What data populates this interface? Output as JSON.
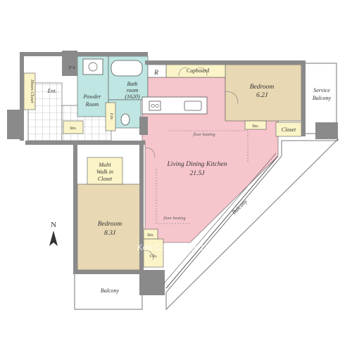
{
  "rooms": {
    "bedroom_right": {
      "name": "Bedroom",
      "size": "6.2J"
    },
    "bedroom_left": {
      "name": "Bedroom",
      "size": "8.3J"
    },
    "ldk": {
      "name": "Living Dining Kitchen",
      "size": "21.5J"
    },
    "bath": {
      "line1": "Bath",
      "line2": "room",
      "line3": "(1620)"
    },
    "powder": {
      "line1": "Powder",
      "line2": "Room"
    },
    "walk_in": {
      "line1": "Multi",
      "line2": "Walk in",
      "line3": "Closet"
    }
  },
  "labels": {
    "cupboard": "Cupboard",
    "r": "R",
    "ps": "P S",
    "entrance": "Ent.",
    "shoes_closet": "Shoes Closet",
    "sto_left": "Sto.",
    "sto_right": "Sto.",
    "sto_lower": "Sto.",
    "lin": "Lin.",
    "closet": "Closet",
    "clo": "Clo.",
    "service_balcony_line1": "Service",
    "service_balcony_line2": "Balcony",
    "balcony_diagonal": "Balcony",
    "balcony_bottom": "Balcony",
    "floor_heating_upper": "floor heating",
    "floor_heating_lower": "floor heating",
    "north": "N"
  },
  "watermark": "Ken Corporation Ltd.",
  "colors": {
    "wall": "#8a8a8a",
    "ldk": "#f6c6cc",
    "bedroom": "#e8d8b3",
    "wet_area": "#bfe6e2",
    "storage": "#fbf4c8",
    "floor_white": "#ffffff",
    "line": "#555555"
  }
}
